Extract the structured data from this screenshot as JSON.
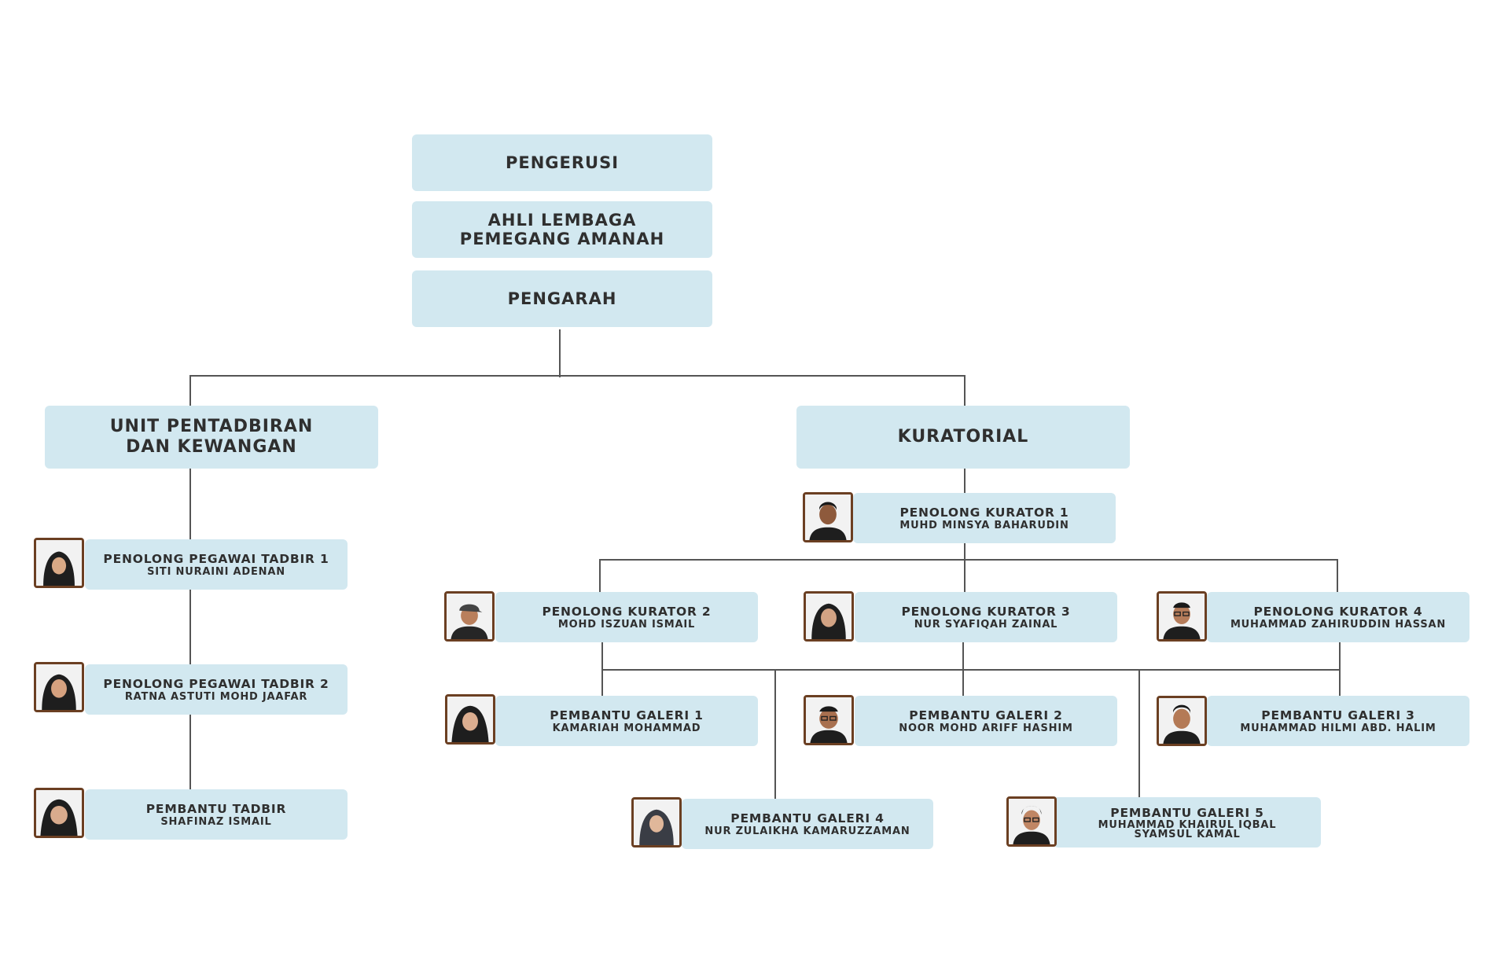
{
  "top": {
    "chairman": "PENGERUSI",
    "board": "AHLI LEMBAGA\nPEMEGANG AMANAH",
    "director": "PENGARAH"
  },
  "units": {
    "admin": "UNIT PENTADBIRAN\nDAN KEWANGAN",
    "curatorial": "KURATORIAL"
  },
  "staff": {
    "ppt1": {
      "role": "PENOLONG PEGAWAI TADBIR 1",
      "name": "SITI NURAINI ADENAN"
    },
    "ppt2": {
      "role": "PENOLONG PEGAWAI TADBIR 2",
      "name": "RATNA ASTUTI MOHD JAAFAR"
    },
    "pt": {
      "role": "PEMBANTU TADBIR",
      "name": "SHAFINAZ ISMAIL"
    },
    "pk1": {
      "role": "PENOLONG KURATOR 1",
      "name": "MUHD MINSYA BAHARUDIN"
    },
    "pk2": {
      "role": "PENOLONG KURATOR 2",
      "name": "MOHD ISZUAN ISMAIL"
    },
    "pk3": {
      "role": "PENOLONG KURATOR 3",
      "name": "NUR SYAFIQAH ZAINAL"
    },
    "pk4": {
      "role": "PENOLONG KURATOR 4",
      "name": "MUHAMMAD ZAHIRUDDIN HASSAN"
    },
    "pg1": {
      "role": "PEMBANTU GALERI 1",
      "name": "KAMARIAH MOHAMMAD"
    },
    "pg2": {
      "role": "PEMBANTU GALERI 2",
      "name": "NOOR MOHD ARIFF HASHIM"
    },
    "pg3": {
      "role": "PEMBANTU GALERI 3",
      "name": "MUHAMMAD HILMI ABD. HALIM"
    },
    "pg4": {
      "role": "PEMBANTU GALERI 4",
      "name": "NUR ZULAIKHA KAMARUZZAMAN"
    },
    "pg5": {
      "role": "PEMBANTU GALERI 5",
      "name": "MUHAMMAD KHAIRUL IQBAL\nSYAMSUL KAMAL"
    }
  },
  "colors": {
    "box_fill": "#d2e8f0",
    "connector": "#555555",
    "photo_frame": "#6b3f22",
    "text": "#2f2f2f"
  },
  "icons": {
    "hijab_person": "hijab-person-photo-icon",
    "male_person": "male-person-photo-icon",
    "capped_person": "cap-person-photo-icon",
    "glasses_person": "glasses-person-photo-icon"
  }
}
